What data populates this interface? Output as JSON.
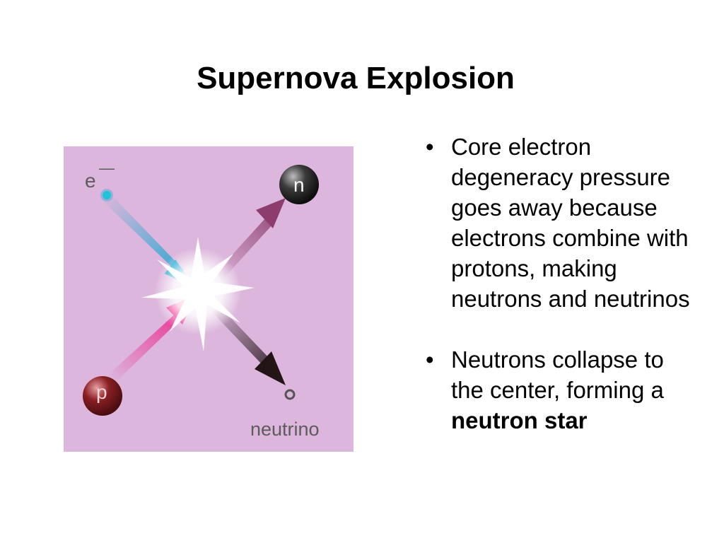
{
  "slide": {
    "title": "Supernova Explosion"
  },
  "diagram": {
    "background_color": "#dcb6dc",
    "particles": {
      "electron": {
        "label": "e",
        "superscript": "—",
        "color": "#1fc2d8"
      },
      "neutron": {
        "label": "n",
        "color": "#333333"
      },
      "proton": {
        "label": "p",
        "color": "#8a1f24"
      },
      "neutrino": {
        "label": "neutrino",
        "color": "#555555"
      }
    },
    "arrow_colors": {
      "electron": "#1aa7cf",
      "proton": "#ee1c86",
      "neutron": "#8c3d6e",
      "neutrino": "#231416"
    }
  },
  "bullets": [
    {
      "text": "Core electron degeneracy pressure goes away because electrons combine with protons, making neutrons and neutrinos",
      "bold_text": ""
    },
    {
      "text": "Neutrons collapse to the center, forming a ",
      "bold_text": "neutron star"
    }
  ],
  "bullet_symbol": "•"
}
